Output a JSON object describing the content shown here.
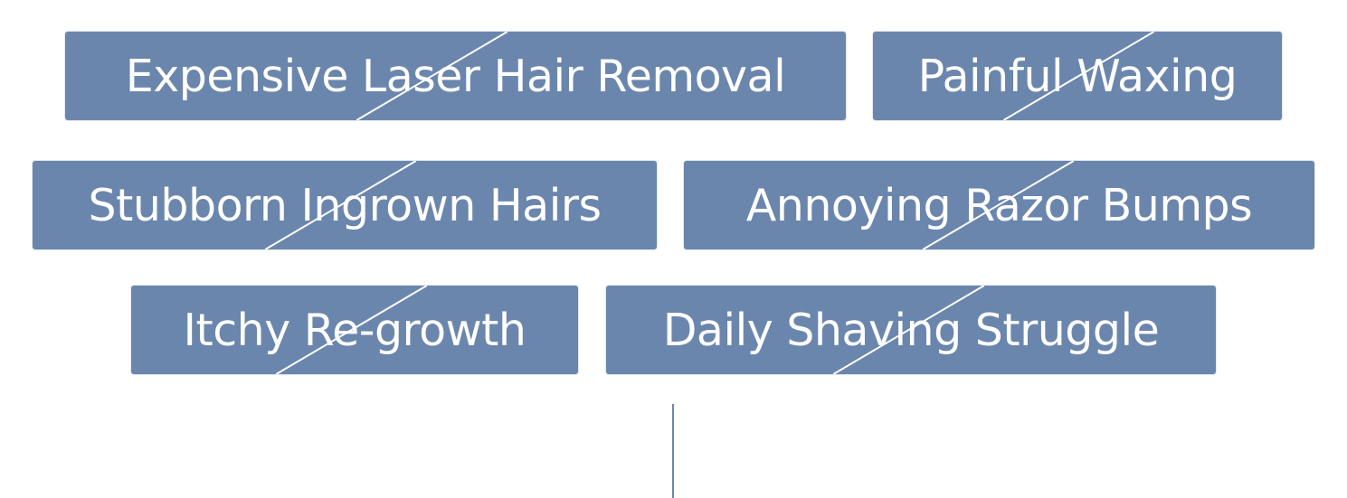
{
  "tags": [
    {
      "label": "Expensive Laser Hair Removal",
      "crossed_out": true
    },
    {
      "label": "Painful Waxing",
      "crossed_out": true
    },
    {
      "label": "Stubborn Ingrown Hairs",
      "crossed_out": true
    },
    {
      "label": "Annoying Razor Bumps",
      "crossed_out": true
    },
    {
      "label": "Itchy Re-growth",
      "crossed_out": true
    },
    {
      "label": "Daily Shaving Struggle",
      "crossed_out": true
    }
  ],
  "colors": {
    "tag_background": "#6b86ad",
    "tag_text": "#ffffff",
    "strike": "#ffffff",
    "connector": "#6b86ad"
  }
}
